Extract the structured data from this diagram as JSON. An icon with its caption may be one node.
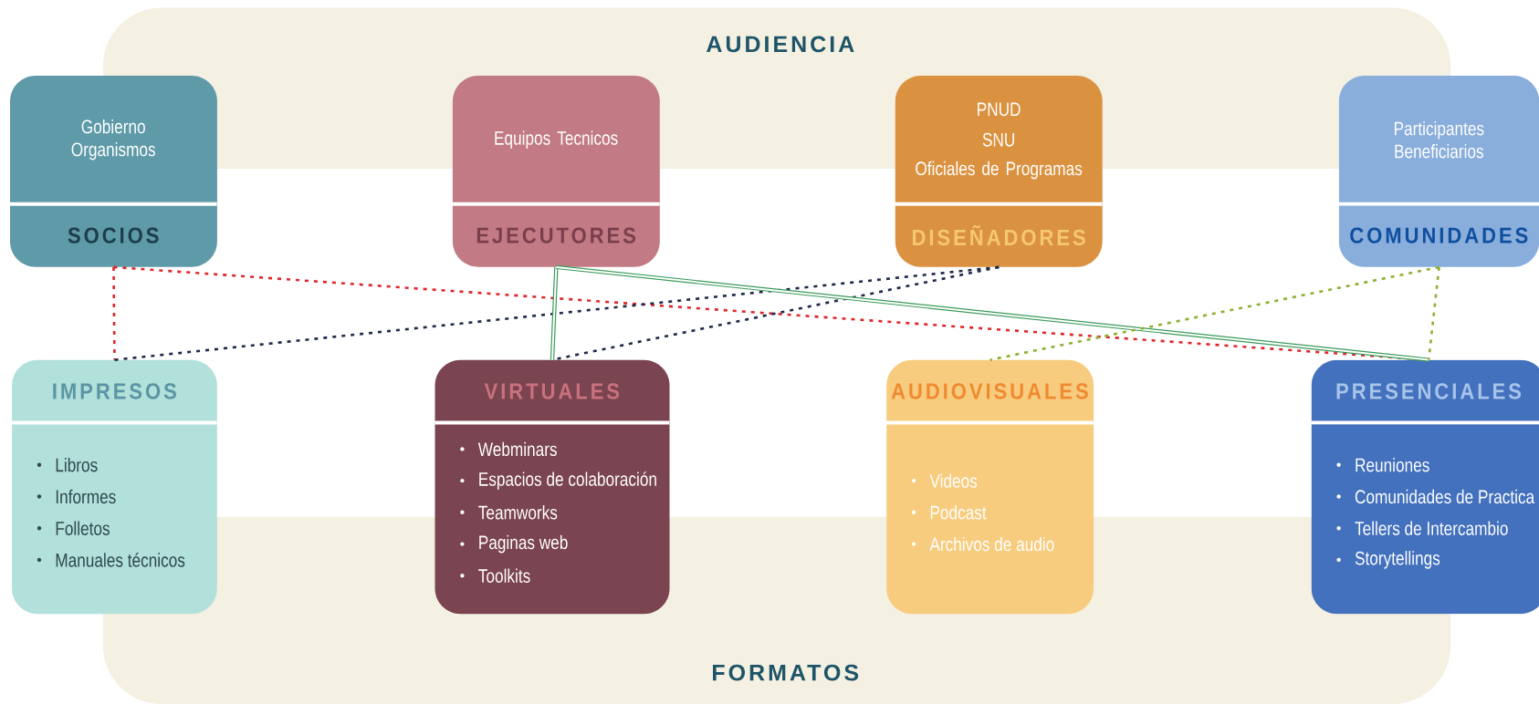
{
  "diagram": {
    "nodes": [
      {
        "text": [
          "Gobierno Organismos",
          "SOCIOS"
        ]
      },
      {
        "text": [
          "Equipos Tecnicos",
          "EJECUTORES"
        ]
      },
      {
        "text": [
          "PNUD",
          "SNU",
          "Oficiales de Programas",
          "DISEÑADORES"
        ]
      },
      {
        "text": [
          "Participantes Beneficiarios",
          "COMUNIDADES"
        ]
      },
      {
        "text": [
          "IMPRESOS",
          "Libros",
          "Informes",
          "Folletos",
          "Manuales técnicos"
        ]
      },
      {
        "text": [
          "VIRTUALES",
          "Webminars",
          "Espacios de colaboración",
          "Teamworks",
          "Paginas web",
          "Toolkits"
        ]
      },
      {
        "text": [
          "AUDIOVISUALES",
          "Videos",
          "Podcast",
          "Archivos de audio"
        ]
      },
      {
        "text": [
          "PRESENCIALES",
          "Reuniones",
          "Comunidades de Practica",
          "Tellers de Intercambio",
          "Storytellings"
        ]
      }
    ],
    "edges": [
      {
        "from": 0,
        "to": 4,
        "arrow": "none",
        "style": "dashed",
        "color": "#e0262b"
      },
      {
        "from": 0,
        "to": 7,
        "arrow": "none",
        "style": "dashed",
        "color": "#e0262b"
      },
      {
        "from": 2,
        "to": 4,
        "arrow": "none",
        "style": "dashed",
        "color": "#1f2a4a"
      },
      {
        "from": 2,
        "to": 5,
        "arrow": "none",
        "style": "dashed",
        "color": "#1f2a4a"
      },
      {
        "from": 1,
        "to": 5,
        "arrow": "none",
        "color": "#3a9a5a"
      },
      {
        "from": 1,
        "to": 7,
        "arrow": "none",
        "color": "#3a9a5a"
      },
      {
        "from": 3,
        "to": 6,
        "arrow": "none",
        "style": "dashed",
        "color": "#8db030"
      },
      {
        "from": 3,
        "to": 7,
        "arrow": "none",
        "style": "dashed",
        "color": "#8db030"
      }
    ],
    "labels": [
      "AUDIENCIA",
      "FORMATOS"
    ]
  }
}
